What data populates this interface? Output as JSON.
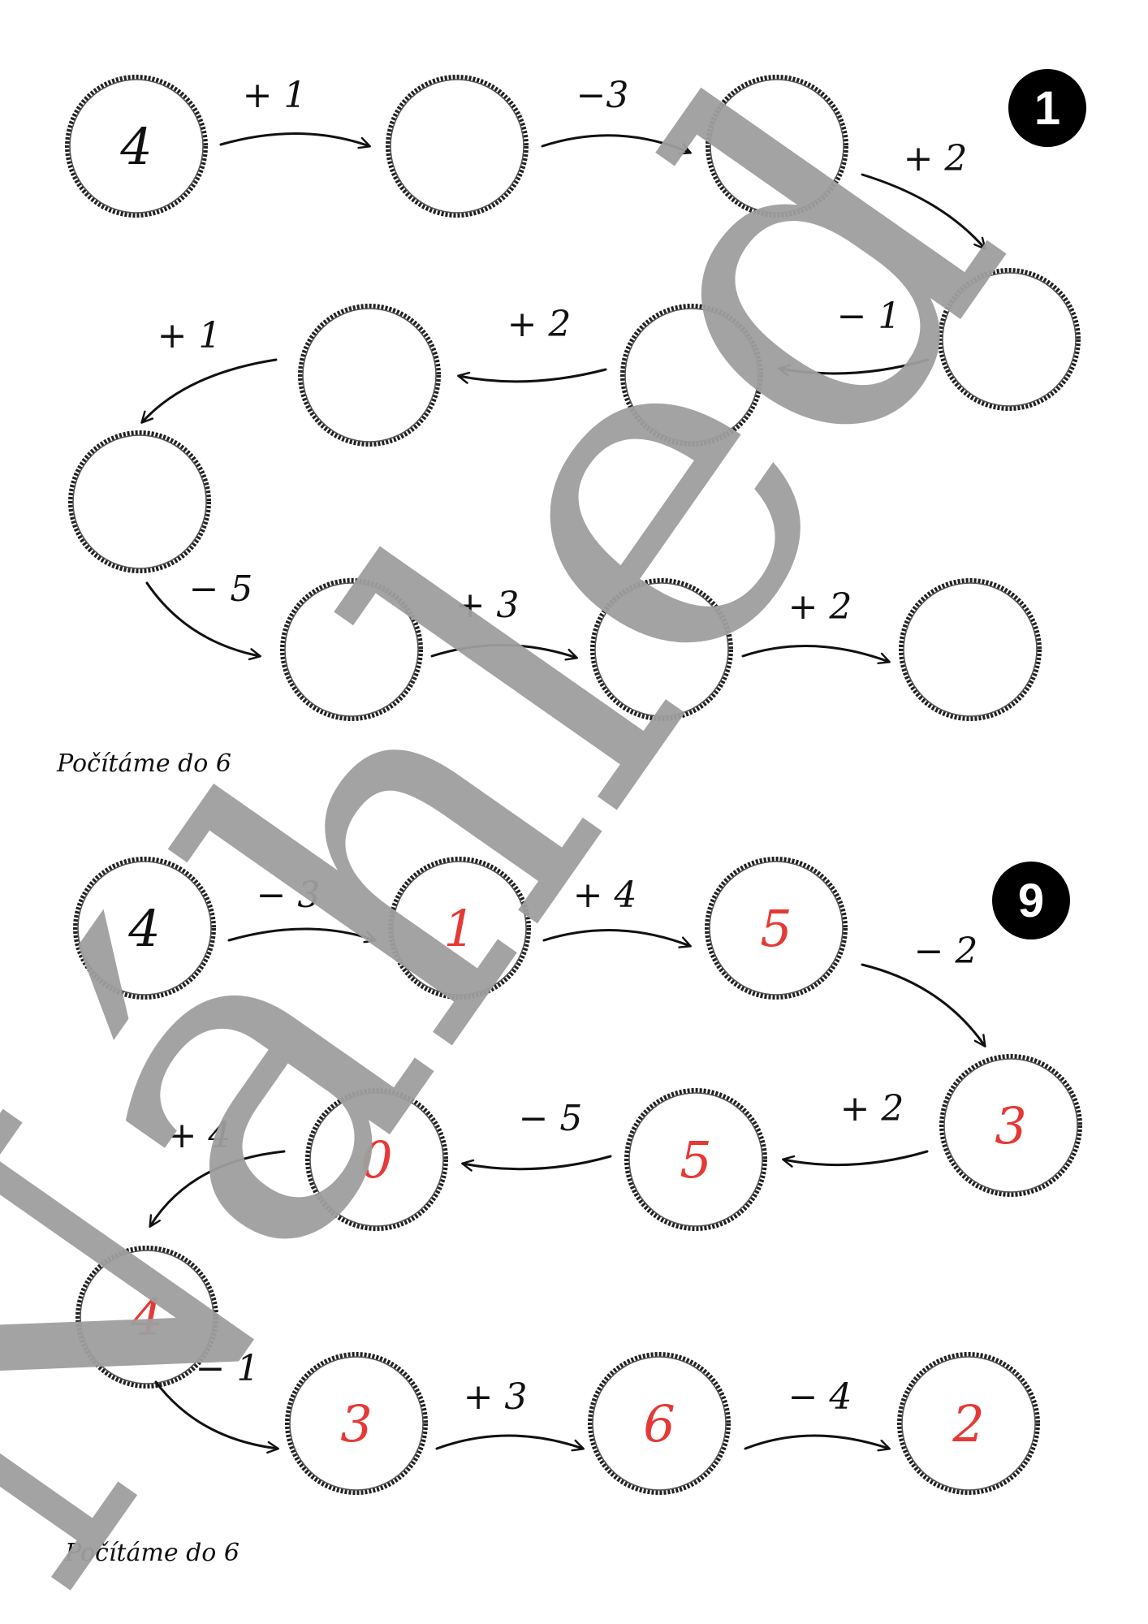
{
  "colors": {
    "ink": "#111111",
    "answer": "#e53935",
    "badge": "#000000",
    "watermark": "#9e9e9e"
  },
  "watermark": {
    "text": "Náhled"
  },
  "worksheets": [
    {
      "number": "1",
      "footer": "Počítáme do 6",
      "nodes": [
        {
          "value": "4",
          "kind": "given"
        },
        {
          "value": "",
          "kind": "blank"
        },
        {
          "value": "",
          "kind": "blank"
        },
        {
          "value": "",
          "kind": "blank"
        },
        {
          "value": "",
          "kind": "blank"
        },
        {
          "value": "",
          "kind": "blank"
        },
        {
          "value": "",
          "kind": "blank"
        },
        {
          "value": "",
          "kind": "blank"
        },
        {
          "value": "",
          "kind": "blank"
        },
        {
          "value": "",
          "kind": "blank"
        }
      ],
      "operations": [
        "+ 1",
        "−3",
        "+ 2",
        "− 1",
        "+ 2",
        "+ 1",
        "− 5",
        "+ 3",
        "+ 2"
      ]
    },
    {
      "number": "9",
      "footer": "Počítáme do 6",
      "nodes": [
        {
          "value": "4",
          "kind": "given"
        },
        {
          "value": "1",
          "kind": "answer"
        },
        {
          "value": "5",
          "kind": "answer"
        },
        {
          "value": "3",
          "kind": "answer"
        },
        {
          "value": "5",
          "kind": "answer"
        },
        {
          "value": "0",
          "kind": "answer"
        },
        {
          "value": "4",
          "kind": "answer"
        },
        {
          "value": "3",
          "kind": "answer"
        },
        {
          "value": "6",
          "kind": "answer"
        },
        {
          "value": "2",
          "kind": "answer"
        }
      ],
      "operations": [
        "− 3",
        "+ 4",
        "− 2",
        "+ 2",
        "− 5",
        "+ 4",
        "− 1",
        "+ 3",
        "− 4"
      ]
    }
  ]
}
